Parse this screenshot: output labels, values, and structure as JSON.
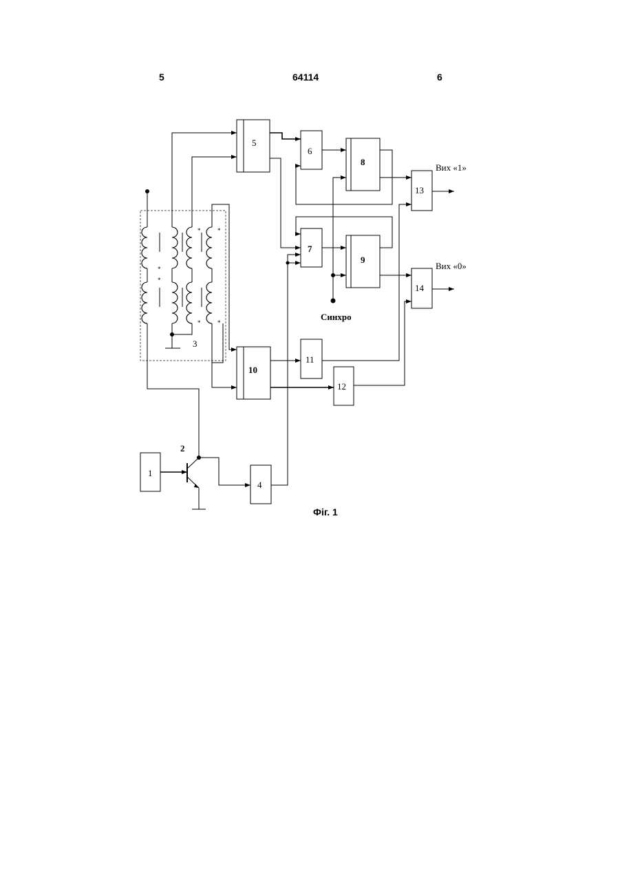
{
  "header": {
    "page_left": "5",
    "patent_no": "64114",
    "page_right": "6"
  },
  "blocks": {
    "b1": "1",
    "b4": "4",
    "b5": "5",
    "b6": "6",
    "b7": "7",
    "b8": "8",
    "b9": "9",
    "b10": "10",
    "b11": "11",
    "b12": "12",
    "b13": "13",
    "b14": "14"
  },
  "labels": {
    "transistor": "2",
    "sensor": "3",
    "sync": "Синхро",
    "out1": "Вих «1»",
    "out0": "Вих «0»"
  },
  "caption": "Фіг. 1"
}
